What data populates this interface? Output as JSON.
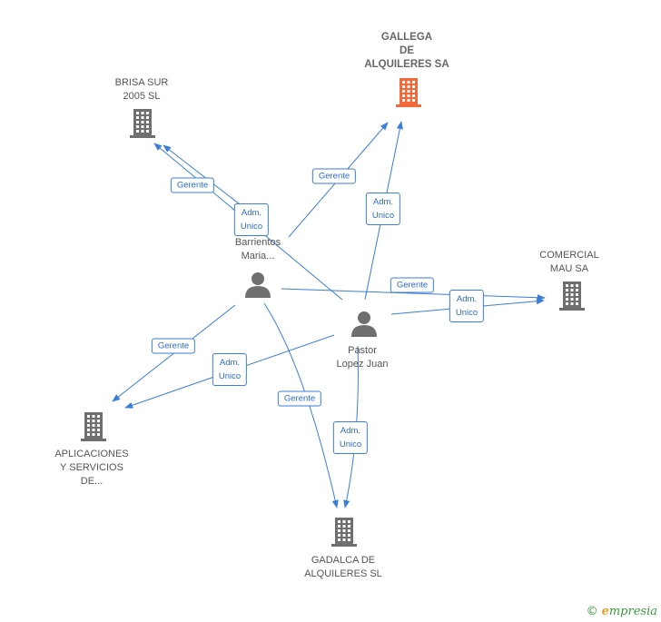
{
  "colors": {
    "edge": "#3b7dd8",
    "company": "#6f6f6f",
    "company_main": "#f26a3a",
    "person": "#6f6f6f"
  },
  "nodes": {
    "gallega": {
      "label": [
        "GALLEGA",
        "DE",
        "ALQUILERES SA"
      ],
      "kind": "company",
      "main": true,
      "icon": "building-icon"
    },
    "brisa": {
      "label": [
        "BRISA SUR",
        "2005  SL"
      ],
      "kind": "company",
      "icon": "building-icon"
    },
    "comercial": {
      "label": [
        "COMERCIAL",
        "MAU SA"
      ],
      "kind": "company",
      "icon": "building-icon"
    },
    "aplicaciones": {
      "label": [
        "APLICACIONES",
        "Y SERVICIOS",
        "DE..."
      ],
      "kind": "company",
      "icon": "building-icon"
    },
    "gadalca": {
      "label": [
        "GADALCA DE",
        "ALQUILERES  SL"
      ],
      "kind": "company",
      "icon": "building-icon"
    },
    "barrientos": {
      "label": [
        "Barrientos",
        "Maria..."
      ],
      "kind": "person",
      "icon": "person-icon"
    },
    "pastor": {
      "label": [
        "Pastor",
        "Lopez Juan"
      ],
      "kind": "person",
      "icon": "person-icon"
    }
  },
  "edges": [
    {
      "from": "barrientos",
      "to": "brisa",
      "label": [
        "Gerente"
      ]
    },
    {
      "from": "barrientos",
      "to": "gallega",
      "label": [
        "Gerente"
      ]
    },
    {
      "from": "barrientos",
      "to": "comercial",
      "label": [
        "Gerente"
      ]
    },
    {
      "from": "barrientos",
      "to": "aplicaciones",
      "label": [
        "Gerente"
      ]
    },
    {
      "from": "barrientos",
      "to": "gadalca",
      "label": [
        "Gerente"
      ]
    },
    {
      "from": "pastor",
      "to": "brisa",
      "label": [
        "Adm.",
        "Unico"
      ]
    },
    {
      "from": "pastor",
      "to": "gallega",
      "label": [
        "Adm.",
        "Unico"
      ]
    },
    {
      "from": "pastor",
      "to": "comercial",
      "label": [
        "Adm.",
        "Unico"
      ]
    },
    {
      "from": "pastor",
      "to": "aplicaciones",
      "label": [
        "Adm.",
        "Unico"
      ]
    },
    {
      "from": "pastor",
      "to": "gadalca",
      "label": [
        "Adm.",
        "Unico"
      ]
    }
  ],
  "watermark": {
    "copyright": "©",
    "brand_initial": "e",
    "brand_rest": "mpresia"
  }
}
